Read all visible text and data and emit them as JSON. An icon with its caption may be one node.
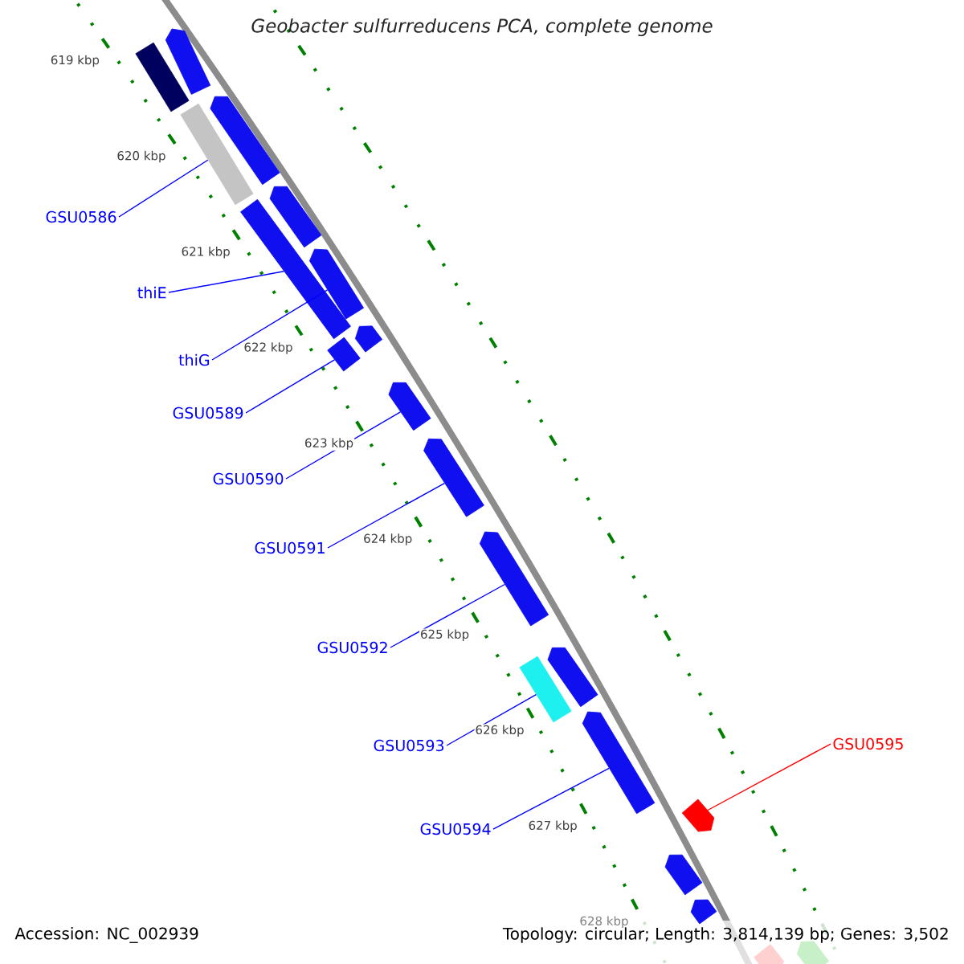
{
  "diagram": {
    "title": "Geobacter sulfurreducens PCA, complete genome",
    "nodes": [
      {
        "text": [
          "GSU0586"
        ]
      },
      {
        "text": [
          "thiE"
        ]
      },
      {
        "text": [
          "thiG"
        ]
      },
      {
        "text": [
          "GSU0589"
        ]
      },
      {
        "text": [
          "GSU0590"
        ]
      },
      {
        "text": [
          "GSU0591"
        ]
      },
      {
        "text": [
          "GSU0592"
        ]
      },
      {
        "text": [
          "GSU0593"
        ]
      },
      {
        "text": [
          "GSU0594"
        ]
      },
      {
        "text": [
          "GSU0595"
        ]
      },
      {
        "text": [],
        "shape": "arrow"
      },
      {
        "text": [],
        "shape": "box"
      },
      {
        "text": [],
        "shape": "arrow"
      },
      {
        "text": [],
        "shape": "box"
      },
      {
        "text": [],
        "shape": "arrow"
      },
      {
        "text": [],
        "shape": "box"
      },
      {
        "text": [],
        "shape": "arrow"
      },
      {
        "text": [],
        "shape": "box"
      },
      {
        "text": [],
        "shape": "arrow"
      },
      {
        "text": [],
        "shape": "arrow"
      },
      {
        "text": [],
        "shape": "arrow"
      },
      {
        "text": [],
        "shape": "arrow"
      },
      {
        "text": [],
        "shape": "arrow"
      },
      {
        "text": [],
        "shape": "box"
      },
      {
        "text": [],
        "shape": "arrow"
      },
      {
        "text": [],
        "shape": "arrow"
      },
      {
        "text": [],
        "shape": "arrow"
      },
      {
        "text": [],
        "shape": "arrow"
      },
      {
        "text": [],
        "shape": "arrow"
      },
      {
        "text": [],
        "shape": "arrow"
      }
    ],
    "edges": [
      {
        "from": 0,
        "to": 13,
        "arrow": "none"
      },
      {
        "from": 1,
        "to": 15,
        "arrow": "none"
      },
      {
        "from": 2,
        "to": 16,
        "arrow": "none"
      },
      {
        "from": 3,
        "to": 17,
        "arrow": "none"
      },
      {
        "from": 4,
        "to": 19,
        "arrow": "none"
      },
      {
        "from": 5,
        "to": 20,
        "arrow": "none"
      },
      {
        "from": 6,
        "to": 21,
        "arrow": "none"
      },
      {
        "from": 7,
        "to": 23,
        "arrow": "none"
      },
      {
        "from": 8,
        "to": 24,
        "arrow": "none"
      },
      {
        "from": 9,
        "to": 25,
        "arrow": "none",
        "color": "#ff0000"
      }
    ],
    "labels": [
      "619 kbp",
      "620 kbp",
      "621 kbp",
      "622 kbp",
      "623 kbp",
      "624 kbp",
      "625 kbp",
      "626 kbp",
      "627 kbp",
      "628 kbp",
      "Accession: NC_002939",
      "Topology: circular; Length: 3,814,139 bp; Genes: 3,502"
    ]
  }
}
